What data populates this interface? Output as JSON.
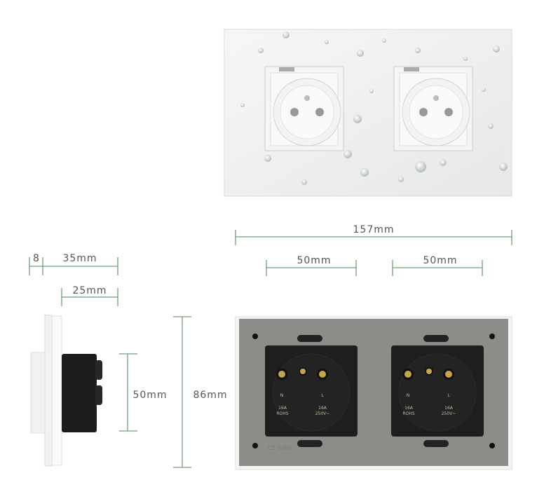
{
  "dimensions": {
    "total_width": "157mm",
    "socket_left_width": "50mm",
    "socket_right_width": "50mm",
    "glass_thickness": "8",
    "total_depth": "35mm",
    "module_depth": "25mm",
    "module_height": "50mm",
    "total_height": "86mm"
  },
  "module_markings": {
    "neutral": "N",
    "live": "L",
    "rating_left": "16A",
    "rohs_left": "ROHS",
    "rating_right": "16A",
    "voltage_right": "250V~",
    "cert": "CE RoHS"
  },
  "colors": {
    "dimension_line": "#6f9e78",
    "back_plate": "#8c8c88",
    "module": "#1e1e1e"
  }
}
